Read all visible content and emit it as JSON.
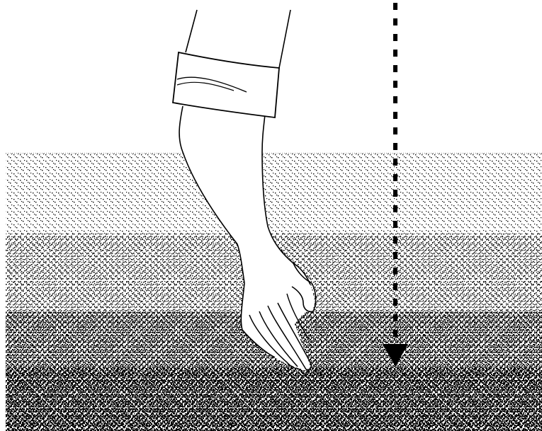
{
  "figure": {
    "elements": [
      {
        "id": "water-medium",
        "kind": "stippled-region"
      },
      {
        "id": "arm",
        "kind": "line-drawing"
      },
      {
        "id": "sleeve-cuff",
        "kind": "line-drawing"
      },
      {
        "id": "hand",
        "kind": "line-drawing"
      },
      {
        "id": "force-arrow",
        "kind": "dashed-arrow",
        "direction": "down"
      }
    ],
    "colors": {
      "background": "#ffffff",
      "ink": "#000000"
    }
  }
}
